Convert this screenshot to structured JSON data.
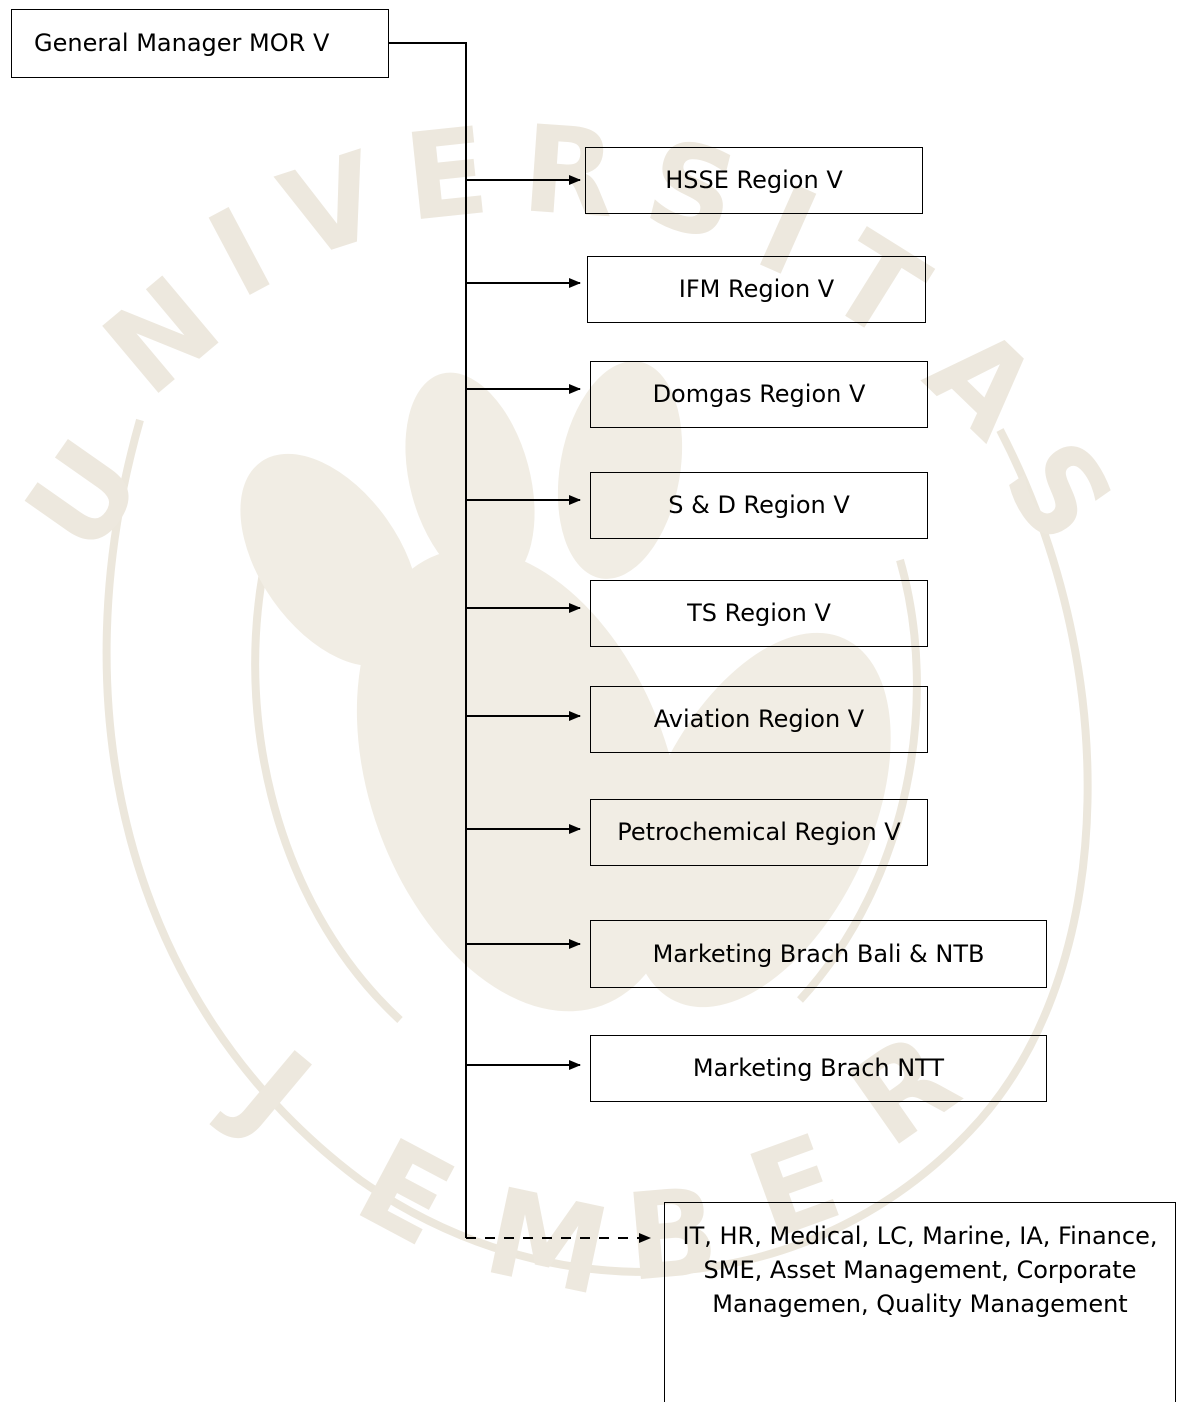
{
  "diagram": {
    "root": {
      "label": "General Manager MOR V"
    },
    "children": [
      {
        "label": "HSSE Region V"
      },
      {
        "label": "IFM Region V"
      },
      {
        "label": "Domgas Region V"
      },
      {
        "label": "S & D Region V"
      },
      {
        "label": "TS Region V"
      },
      {
        "label": "Aviation Region V"
      },
      {
        "label": "Petrochemical Region V"
      },
      {
        "label": "Marketing Brach Bali & NTB"
      },
      {
        "label": "Marketing Brach NTT"
      }
    ],
    "support": {
      "label": "IT, HR, Medical, LC, Marine, IA, Finance, SME, Asset Management, Corporate Managemen, Quality Management"
    }
  },
  "colors": {
    "line": "#000000",
    "watermark": "#ece7dc"
  }
}
